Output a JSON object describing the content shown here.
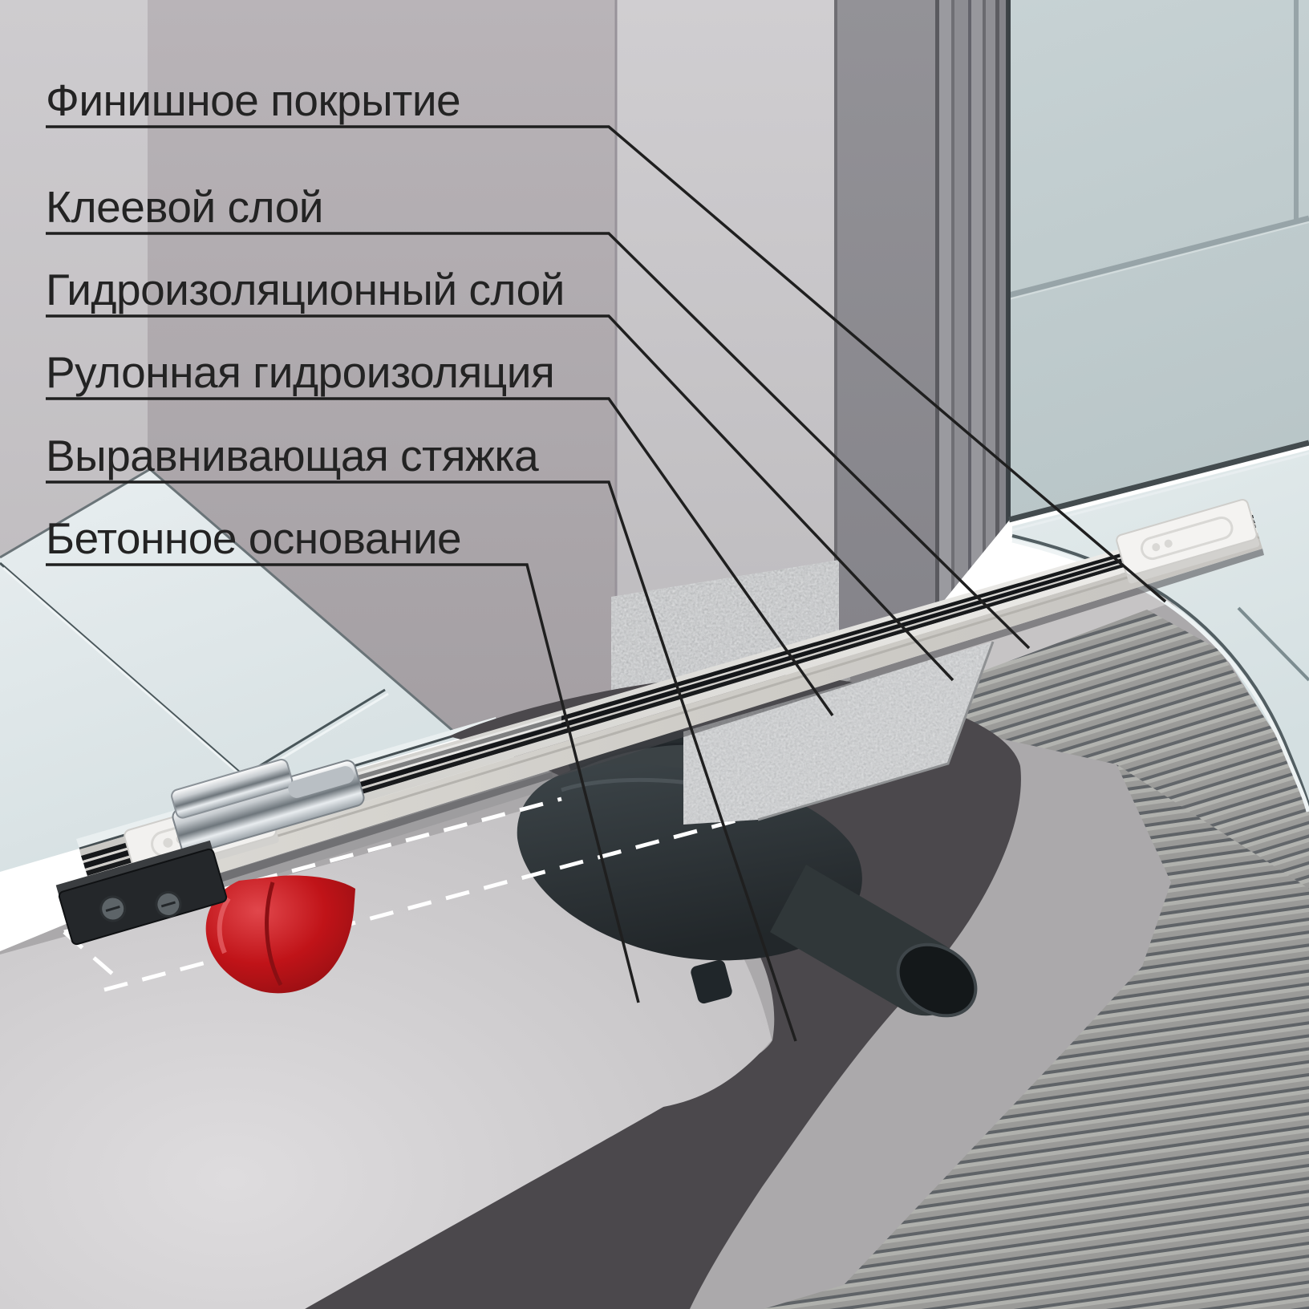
{
  "diagram": {
    "kind": "linear-shower-drain-installation-cutaway",
    "labels": [
      {
        "id": "finish-coating",
        "text": "Финишное покрытие"
      },
      {
        "id": "adhesive-layer",
        "text": "Клеевой слой"
      },
      {
        "id": "waterproofing-layer",
        "text": "Гидроизоляционный слой"
      },
      {
        "id": "roll-waterproofing",
        "text": "Рулонная гидроизоляция"
      },
      {
        "id": "leveling-screed",
        "text": "Выравнивающая стяжка"
      },
      {
        "id": "concrete-base",
        "text": "Бетонное основание"
      }
    ],
    "colors": {
      "label_text": "#232323",
      "leader_line": "#1f1f1f",
      "dashed_outline": "#ffffff",
      "floor_tile": "#dde7e8",
      "glass_wall": "#c2cdcf",
      "drain_body": "#2f3639",
      "support_foot_red": "#c01318",
      "screed_edge_dark": "#4b484c",
      "concrete": "#d2d0d2",
      "channel_metal": "#d9d7d2",
      "combed_adhesive": "#9c9c9a"
    }
  }
}
